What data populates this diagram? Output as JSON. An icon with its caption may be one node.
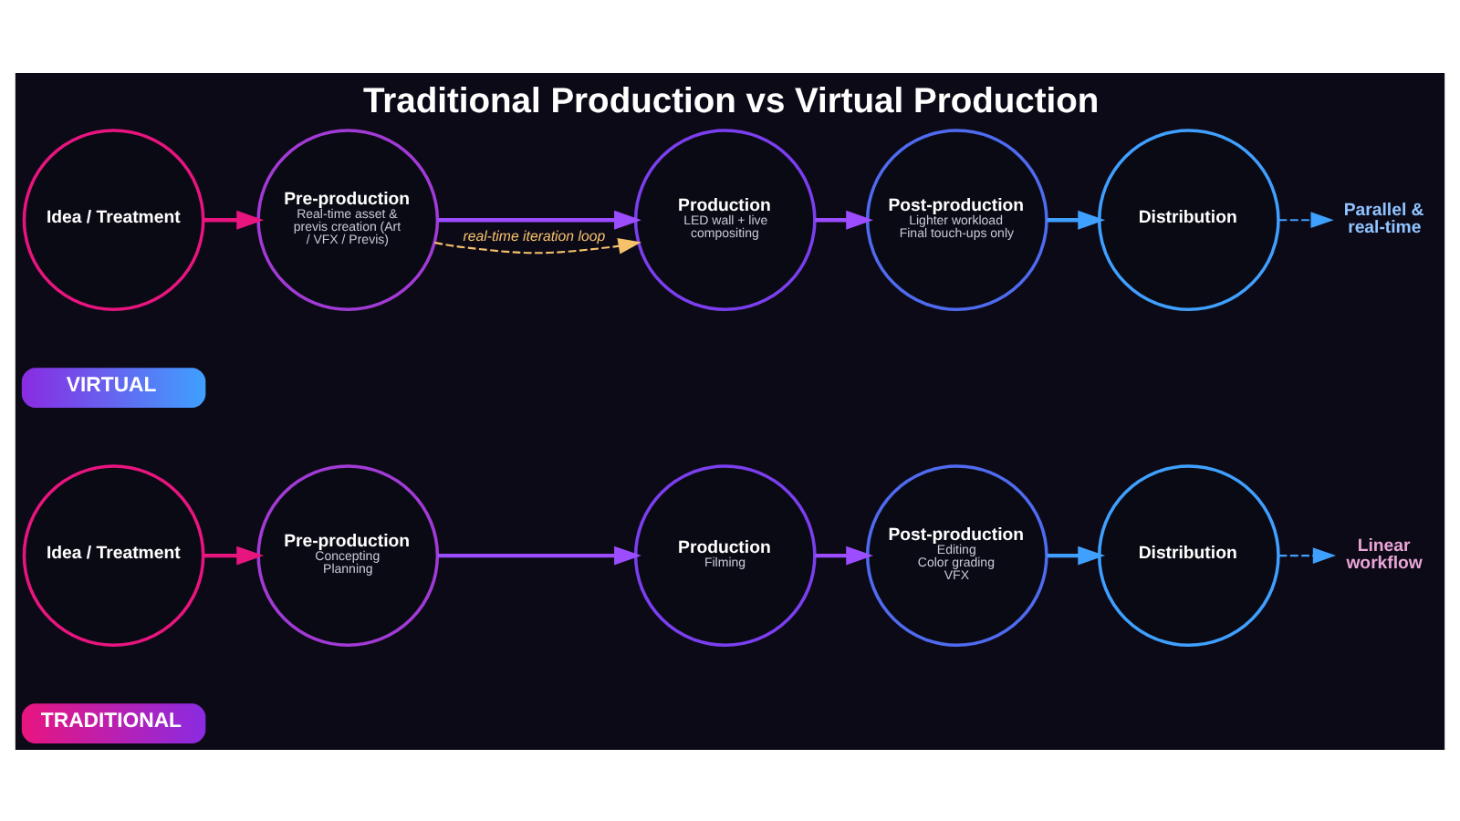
{
  "diagram": {
    "title": "Traditional Production vs Virtual Production",
    "nodes": [
      {
        "text": [
          "TRADITIONAL"
        ]
      },
      {
        "text": [
          "Idea / Treatment"
        ]
      },
      {
        "text": [
          "Pre-production",
          "Concepting",
          "Planning"
        ]
      },
      {
        "text": [
          "Production",
          "Filming"
        ]
      },
      {
        "text": [
          "Post-production",
          "Editing",
          "Color grading",
          "VFX"
        ]
      },
      {
        "text": [
          "Distribution"
        ]
      },
      {
        "text": [
          "Linear workflow"
        ]
      },
      {
        "text": [
          "VIRTUAL"
        ]
      },
      {
        "text": [
          "Idea / Treatment"
        ]
      },
      {
        "text": [
          "Pre-production",
          "Real-time asset & previs creation (Art / VFX / Previs)"
        ]
      },
      {
        "text": [
          "Production",
          "LED wall + live compositing"
        ]
      },
      {
        "text": [
          "Post-production",
          "Lighter workload",
          "Final touch-ups only"
        ]
      },
      {
        "text": [
          "Distribution"
        ]
      },
      {
        "text": [
          "Parallel & real-time"
        ]
      }
    ],
    "edges": [
      {
        "from": 1,
        "to": 2,
        "arrow": "to",
        "color": "#e8157f"
      },
      {
        "from": 2,
        "to": 3,
        "arrow": "to",
        "color": "#9b4dff"
      },
      {
        "from": 3,
        "to": 4,
        "arrow": "to",
        "color": "#9b4dff"
      },
      {
        "from": 4,
        "to": 5,
        "arrow": "to",
        "color": "#3fa0ff"
      },
      {
        "from": 5,
        "to": 6,
        "arrow": "to",
        "style": "dashed",
        "color": "#3fa0ff"
      },
      {
        "from": 8,
        "to": 9,
        "arrow": "to",
        "color": "#e8157f"
      },
      {
        "from": 9,
        "to": 10,
        "arrow": "to",
        "color": "#9b4dff"
      },
      {
        "from": 10,
        "to": 11,
        "arrow": "to",
        "color": "#9b4dff"
      },
      {
        "from": 11,
        "to": 12,
        "arrow": "to",
        "color": "#3fa0ff"
      },
      {
        "from": 12,
        "to": 13,
        "arrow": "to",
        "style": "dashed",
        "color": "#3fa0ff"
      },
      {
        "from": 9,
        "to": 10,
        "arrow": "to",
        "label": "real-time iteration loop",
        "style": "dashed",
        "color": "#f5c26b"
      }
    ]
  }
}
